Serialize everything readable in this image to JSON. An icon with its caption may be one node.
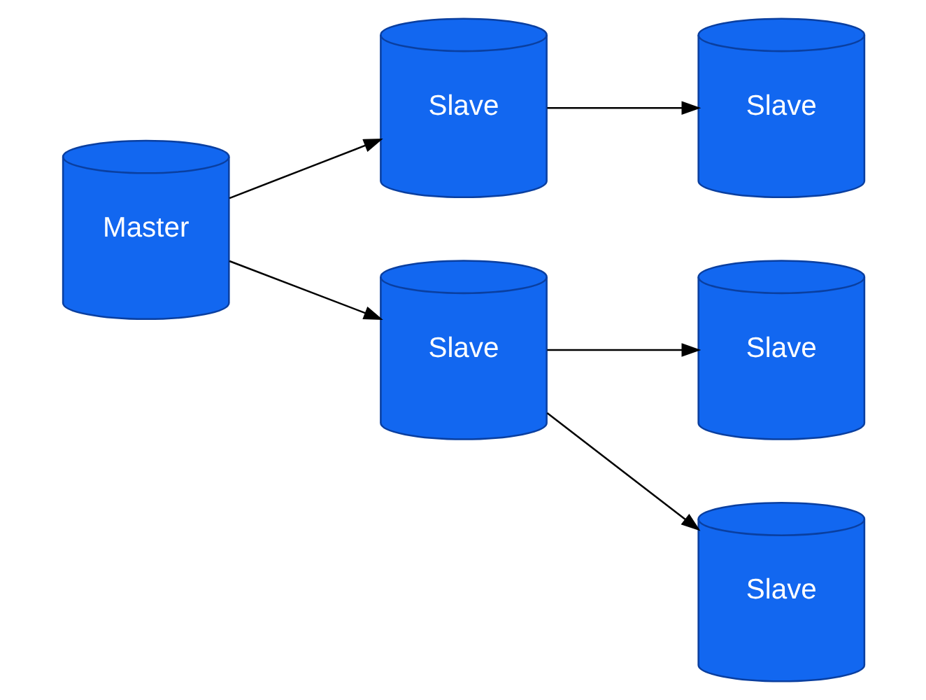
{
  "diagram": {
    "nodes": [
      {
        "text": [
          "Master"
        ]
      },
      {
        "text": [
          "Slave"
        ]
      },
      {
        "text": [
          "Slave"
        ]
      },
      {
        "text": [
          "Slave"
        ]
      },
      {
        "text": [
          "Slave"
        ]
      },
      {
        "text": [
          "Slave"
        ]
      }
    ],
    "edges": [
      {
        "from": 0,
        "to": 1,
        "arrow": "to"
      },
      {
        "from": 0,
        "to": 2,
        "arrow": "to"
      },
      {
        "from": 1,
        "to": 3,
        "arrow": "to"
      },
      {
        "from": 2,
        "to": 4,
        "arrow": "to"
      },
      {
        "from": 2,
        "to": 5,
        "arrow": "to"
      }
    ]
  }
}
